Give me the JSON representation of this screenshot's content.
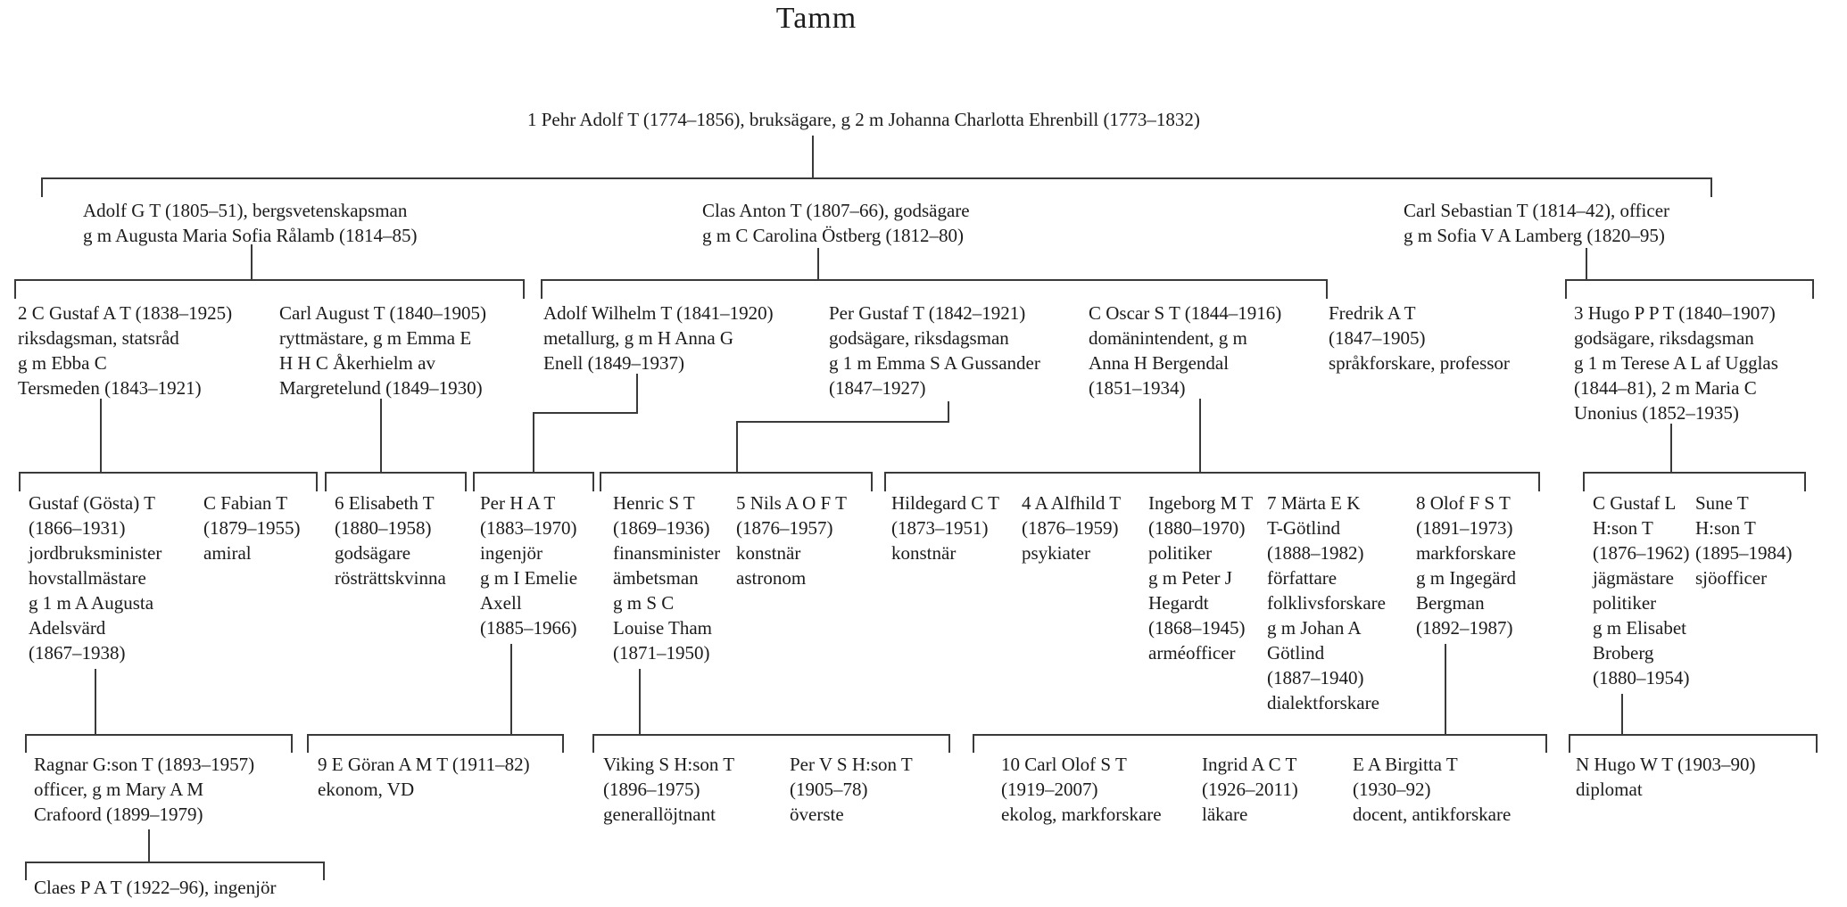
{
  "title": "Tamm",
  "colors": {
    "text": "#1b1b1b",
    "line": "#3a3a3a",
    "background": "#ffffff"
  },
  "persons": {
    "pehr_adolf": {
      "text": "1 Pehr Adolf T (1774–1856), bruksägare, g 2 m Johanna Charlotta Ehrenbill (1773–1832)"
    },
    "adolf_g": {
      "text": "Adolf G T (1805–51), bergsvetenskapsman\ng m Augusta Maria Sofia Rålamb (1814–85)"
    },
    "clas_anton": {
      "text": "Clas Anton T (1807–66), godsägare\ng m C Carolina Östberg (1812–80)"
    },
    "carl_sebastian": {
      "text": "Carl Sebastian T (1814–42), officer\ng m Sofia V A Lamberg (1820–95)"
    },
    "c_gustaf_a": {
      "text": "2 C Gustaf A T (1838–1925)\nriksdagsman, statsråd\ng m Ebba C\nTersmeden (1843–1921)"
    },
    "carl_august": {
      "text": "Carl August T (1840–1905)\nryttmästare, g m Emma E\nH H C Åkerhielm av\nMargretelund (1849–1930)"
    },
    "adolf_wilhelm": {
      "text": "Adolf Wilhelm T (1841–1920)\nmetallurg, g m H Anna G\nEnell (1849–1937)"
    },
    "per_gustaf": {
      "text": "Per Gustaf T (1842–1921)\ngodsägare, riksdagsman\ng 1 m Emma S A Gussander\n(1847–1927)"
    },
    "c_oscar": {
      "text": "C Oscar S T (1844–1916)\ndomänintendent, g m\nAnna H Bergendal\n(1851–1934)"
    },
    "fredrik": {
      "text": "Fredrik A T\n(1847–1905)\nspråkforskare, professor"
    },
    "hugo": {
      "text": "3 Hugo P P T (1840–1907)\ngodsägare, riksdagsman\ng 1 m Terese A L af Ugglas\n(1844–81), 2 m Maria C\nUnonius (1852–1935)"
    },
    "gosta": {
      "text": "Gustaf (Gösta) T\n(1866–1931)\njordbruksminister\nhovstallmästare\ng 1 m A Augusta\nAdelsvärd\n(1867–1938)"
    },
    "fabian": {
      "text": "C Fabian T\n(1879–1955)\namiral"
    },
    "elisabeth": {
      "text": "6 Elisabeth T\n(1880–1958)\ngodsägare\nrösträttskvinna"
    },
    "per_h": {
      "text": "Per H A T\n(1883–1970)\ningenjör\ng m I Emelie\nAxell\n(1885–1966)"
    },
    "henric": {
      "text": "Henric S T\n(1869–1936)\nfinansminister\nämbetsman\ng m S C\nLouise Tham\n(1871–1950)"
    },
    "nils": {
      "text": "5 Nils A O F T\n(1876–1957)\nkonstnär\nastronom"
    },
    "hildegard": {
      "text": "Hildegard C T\n(1873–1951)\nkonstnär"
    },
    "alfhild": {
      "text": "4 A Alfhild T\n(1876–1959)\npsykiater"
    },
    "ingeborg": {
      "text": "Ingeborg M T\n(1880–1970)\npolitiker\ng m Peter J\nHegardt\n(1868–1945)\narméofficer"
    },
    "marta": {
      "text": "7 Märta E K\nT-Götlind\n(1888–1982)\nförfattare\nfolklivsforskare\ng m Johan A\nGötlind\n(1887–1940)\ndialektforskare"
    },
    "olof": {
      "text": "8 Olof F S T\n(1891–1973)\nmarkforskare\ng m Ingegärd\nBergman\n(1892–1987)"
    },
    "c_gustaf_l": {
      "text": "C Gustaf L\nH:son T\n(1876–1962)\njägmästare\npolitiker\ng m Elisabet\nBroberg\n(1880–1954)"
    },
    "sune": {
      "text": "Sune T\nH:son T\n(1895–1984)\nsjöofficer"
    },
    "ragnar": {
      "text": "Ragnar G:son T (1893–1957)\nofficer, g m Mary A M\nCrafoord (1899–1979)"
    },
    "goran": {
      "text": "9 E Göran A M T (1911–82)\nekonom, VD"
    },
    "viking": {
      "text": "Viking S H:son T\n(1896–1975)\ngenerallöjtnant"
    },
    "per_v": {
      "text": "Per V S H:son T\n(1905–78)\növerste"
    },
    "carl_olof": {
      "text": "10 Carl Olof S T\n(1919–2007)\nekolog, markforskare"
    },
    "ingrid": {
      "text": "Ingrid A C T\n(1926–2011)\nläkare"
    },
    "birgitta": {
      "text": "E A Birgitta T\n(1930–92)\ndocent, antikforskare"
    },
    "n_hugo": {
      "text": "N Hugo W T (1903–90)\ndiplomat"
    },
    "claes": {
      "text": "Claes P A T (1922–96), ingenjör"
    }
  }
}
